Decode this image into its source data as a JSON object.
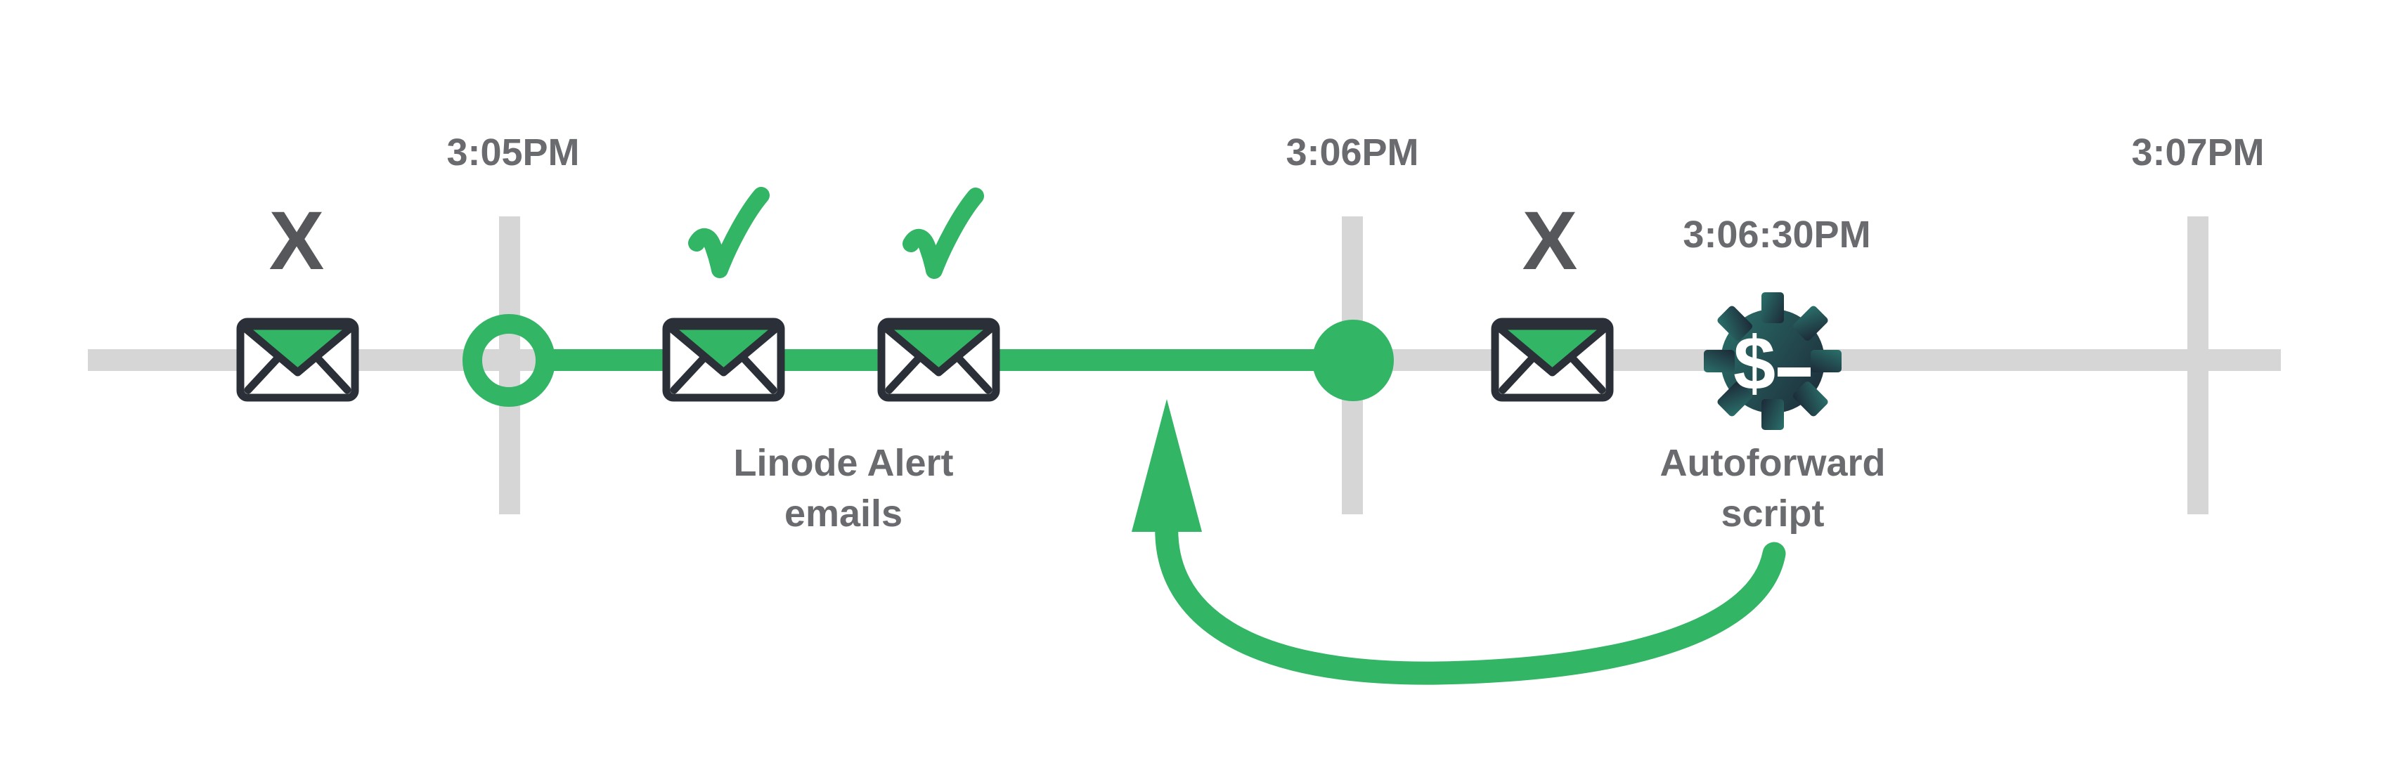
{
  "diagram_title": "Linode alert email autoforward timeline",
  "timeline": {
    "time_305": "3:05PM",
    "time_306": "3:06PM",
    "time_307": "3:07PM",
    "time_306_30": "3:06:30PM"
  },
  "labels": {
    "alert_emails_line1": "Linode Alert",
    "alert_emails_line2": "emails",
    "autoforward_line1": "Autoforward",
    "autoforward_line2": "script"
  },
  "marks": {
    "fail_mark_left": "X",
    "fail_mark_right": "X"
  },
  "gear": {
    "prompt_symbol": "$"
  },
  "icons": {
    "envelope": "envelope-icon",
    "checkmark": "checkmark-icon",
    "fail_mark": "x-mark",
    "gear_terminal": "gear-terminal-icon",
    "curved_arrow": "curved-arrow-icon",
    "start_marker": "open-circle-marker",
    "end_marker": "filled-dot-marker"
  },
  "colors": {
    "green": "#32b564",
    "timeline_gray": "#d6d6d7",
    "text_gray": "#6a6b6e",
    "x_gray": "#55575b",
    "envelope_outline": "#2b3038",
    "gear_gradient_start": "#2a6c67",
    "gear_gradient_end": "#1d2e3b",
    "background": "#ffffff"
  }
}
